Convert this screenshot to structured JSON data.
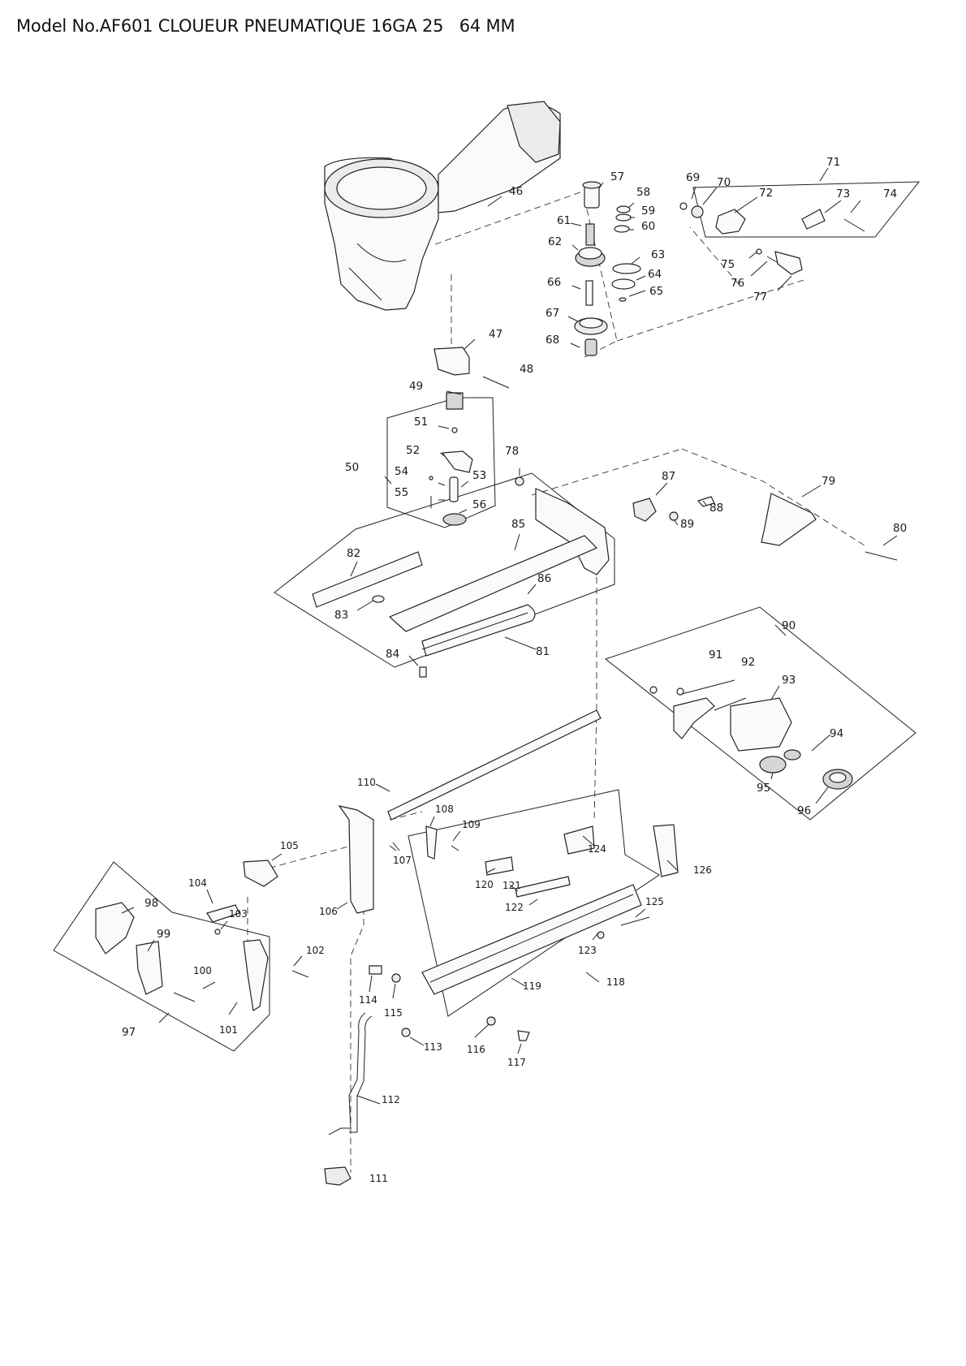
{
  "title": "Model No.AF601 CLOUEUR PNEUMATIQUE 16GA 25   64 MM",
  "callouts": [
    {
      "id": "46",
      "label": "46"
    },
    {
      "id": "47",
      "label": "47"
    },
    {
      "id": "48",
      "label": "48"
    },
    {
      "id": "49",
      "label": "49"
    },
    {
      "id": "50",
      "label": "50"
    },
    {
      "id": "51",
      "label": "51"
    },
    {
      "id": "52",
      "label": "52"
    },
    {
      "id": "53",
      "label": "53"
    },
    {
      "id": "54",
      "label": "54"
    },
    {
      "id": "55",
      "label": "55"
    },
    {
      "id": "56",
      "label": "56"
    },
    {
      "id": "57",
      "label": "57"
    },
    {
      "id": "58",
      "label": "58"
    },
    {
      "id": "59",
      "label": "59"
    },
    {
      "id": "60",
      "label": "60"
    },
    {
      "id": "61",
      "label": "61"
    },
    {
      "id": "62",
      "label": "62"
    },
    {
      "id": "63",
      "label": "63"
    },
    {
      "id": "64",
      "label": "64"
    },
    {
      "id": "65",
      "label": "65"
    },
    {
      "id": "66",
      "label": "66"
    },
    {
      "id": "67",
      "label": "67"
    },
    {
      "id": "68",
      "label": "68"
    },
    {
      "id": "69",
      "label": "69"
    },
    {
      "id": "70",
      "label": "70"
    },
    {
      "id": "71",
      "label": "71"
    },
    {
      "id": "72",
      "label": "72"
    },
    {
      "id": "73",
      "label": "73"
    },
    {
      "id": "74",
      "label": "74"
    },
    {
      "id": "75",
      "label": "75"
    },
    {
      "id": "76",
      "label": "76"
    },
    {
      "id": "77",
      "label": "77"
    },
    {
      "id": "78",
      "label": "78"
    },
    {
      "id": "79",
      "label": "79"
    },
    {
      "id": "80",
      "label": "80"
    },
    {
      "id": "81",
      "label": "81"
    },
    {
      "id": "82",
      "label": "82"
    },
    {
      "id": "83",
      "label": "83"
    },
    {
      "id": "84",
      "label": "84"
    },
    {
      "id": "85",
      "label": "85"
    },
    {
      "id": "86",
      "label": "86"
    },
    {
      "id": "87",
      "label": "87"
    },
    {
      "id": "88",
      "label": "88"
    },
    {
      "id": "89",
      "label": "89"
    },
    {
      "id": "90",
      "label": "90"
    },
    {
      "id": "91",
      "label": "91"
    },
    {
      "id": "92",
      "label": "92"
    },
    {
      "id": "93",
      "label": "93"
    },
    {
      "id": "94",
      "label": "94"
    },
    {
      "id": "95",
      "label": "95"
    },
    {
      "id": "96",
      "label": "96"
    },
    {
      "id": "97",
      "label": "97"
    },
    {
      "id": "98",
      "label": "98"
    },
    {
      "id": "99",
      "label": "99"
    },
    {
      "id": "100",
      "label": "100"
    },
    {
      "id": "101",
      "label": "101"
    },
    {
      "id": "102",
      "label": "102"
    },
    {
      "id": "103",
      "label": "103"
    },
    {
      "id": "104",
      "label": "104"
    },
    {
      "id": "105",
      "label": "105"
    },
    {
      "id": "106",
      "label": "106"
    },
    {
      "id": "107",
      "label": "107"
    },
    {
      "id": "108",
      "label": "108"
    },
    {
      "id": "109",
      "label": "109"
    },
    {
      "id": "110",
      "label": "110"
    },
    {
      "id": "111",
      "label": "111"
    },
    {
      "id": "112",
      "label": "112"
    },
    {
      "id": "113",
      "label": "113"
    },
    {
      "id": "114",
      "label": "114"
    },
    {
      "id": "115",
      "label": "115"
    },
    {
      "id": "116",
      "label": "116"
    },
    {
      "id": "117",
      "label": "117"
    },
    {
      "id": "118",
      "label": "118"
    },
    {
      "id": "119",
      "label": "119"
    },
    {
      "id": "120",
      "label": "120"
    },
    {
      "id": "121",
      "label": "121"
    },
    {
      "id": "122",
      "label": "122"
    },
    {
      "id": "123",
      "label": "123"
    },
    {
      "id": "124",
      "label": "124"
    },
    {
      "id": "125",
      "label": "125"
    },
    {
      "id": "126",
      "label": "126"
    }
  ]
}
